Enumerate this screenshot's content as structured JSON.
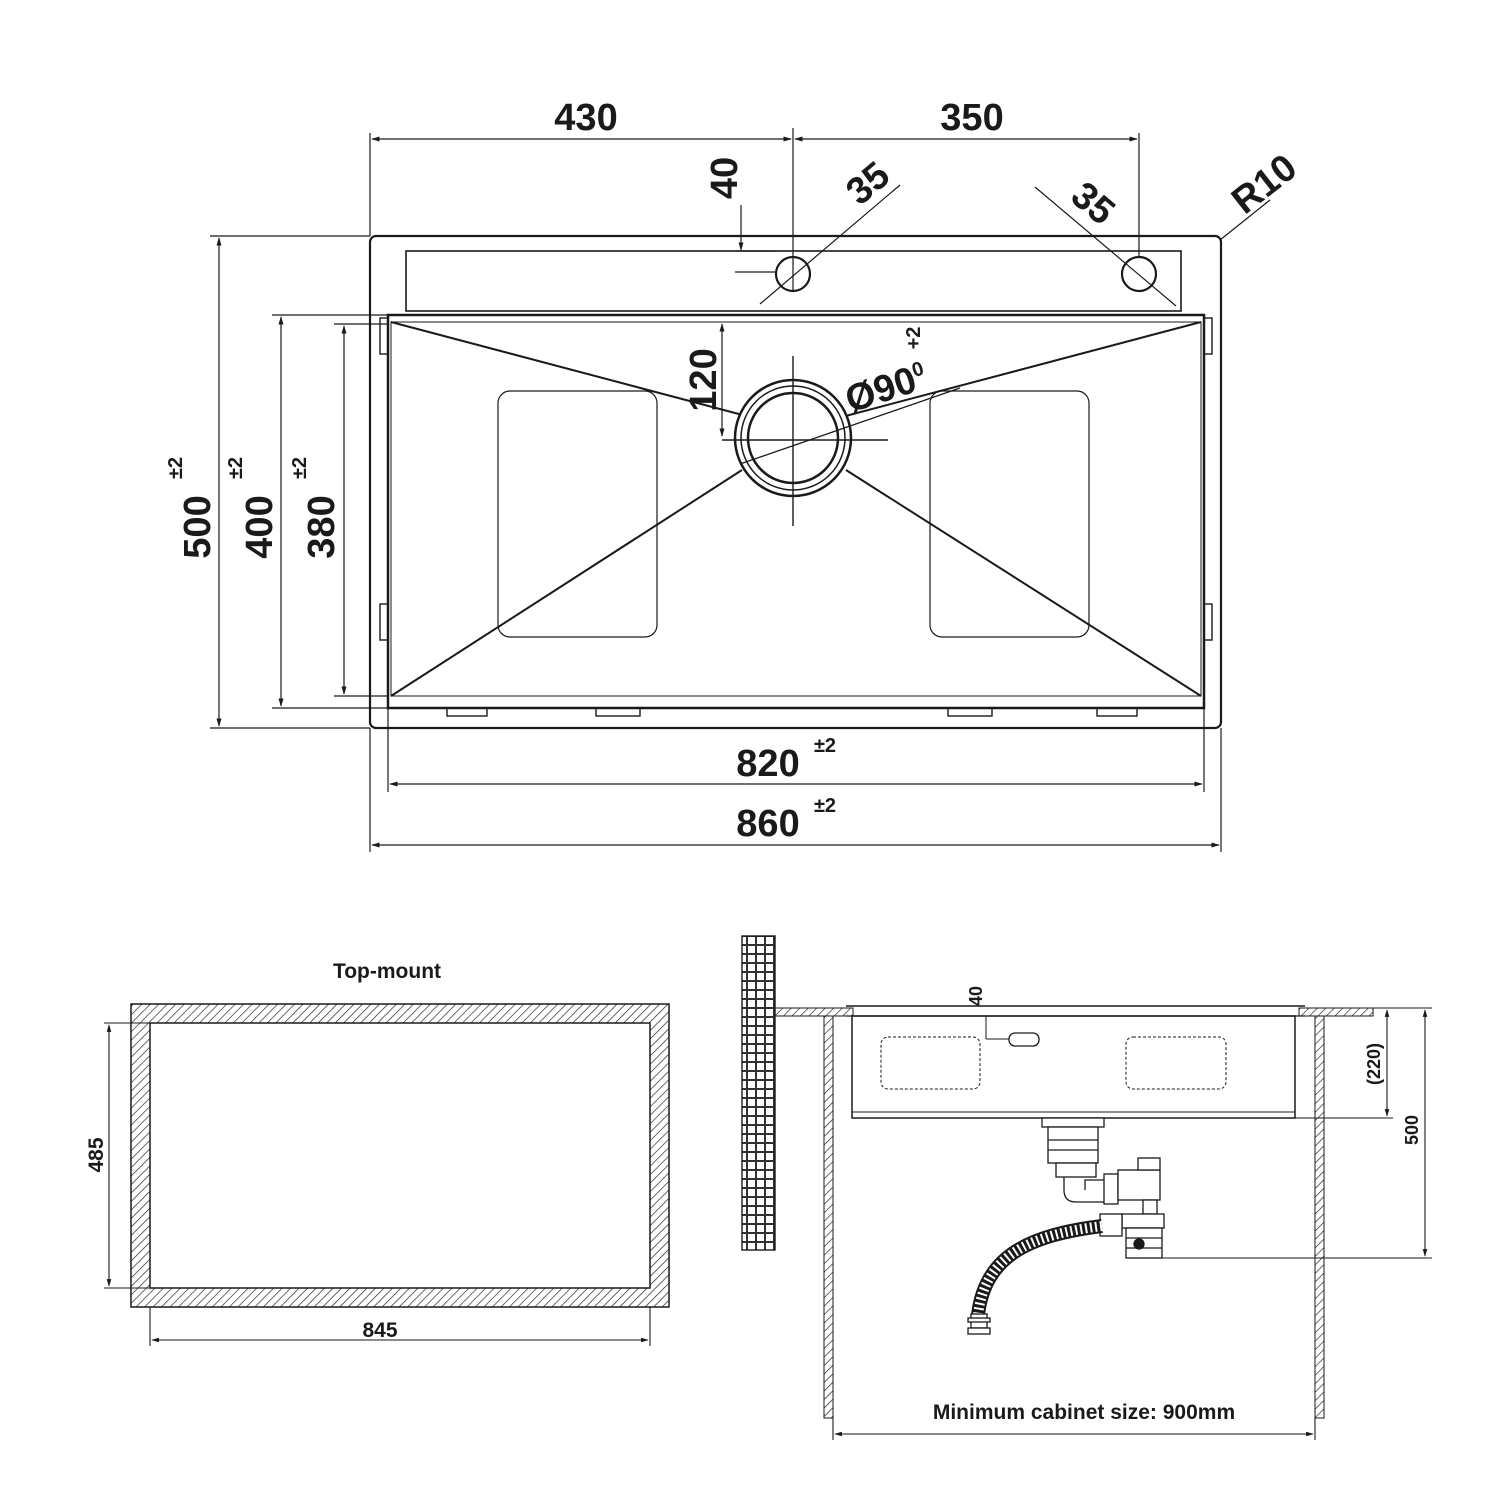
{
  "plan_view": {
    "dim_faucet_offset": "430",
    "dim_hole_spacing": "350",
    "dim_deck_setback": "40",
    "dim_hole_dia_left": "35",
    "dim_hole_dia_right": "35",
    "dim_corner_radius": "R10",
    "dim_drain_offset": "120",
    "dim_drain_dia": "Ø90",
    "dim_drain_dia_sup": "0",
    "dim_drain_dia_tol": "+2",
    "dim_height_outer": "500",
    "dim_height_outer_tol": "±2",
    "dim_height_bowl": "400",
    "dim_height_bowl_tol": "±2",
    "dim_height_inner": "380",
    "dim_height_inner_tol": "±2",
    "dim_width_bowl": "820",
    "dim_width_bowl_tol": "±2",
    "dim_width_outer": "860",
    "dim_width_outer_tol": "±2"
  },
  "cutout_view": {
    "title": "Top-mount",
    "dim_height": "485",
    "dim_width": "845"
  },
  "section_view": {
    "dim_deck": "40",
    "dim_bowl_depth": "(220)",
    "dim_total_depth": "500",
    "caption": "Minimum cabinet size: 900mm"
  }
}
